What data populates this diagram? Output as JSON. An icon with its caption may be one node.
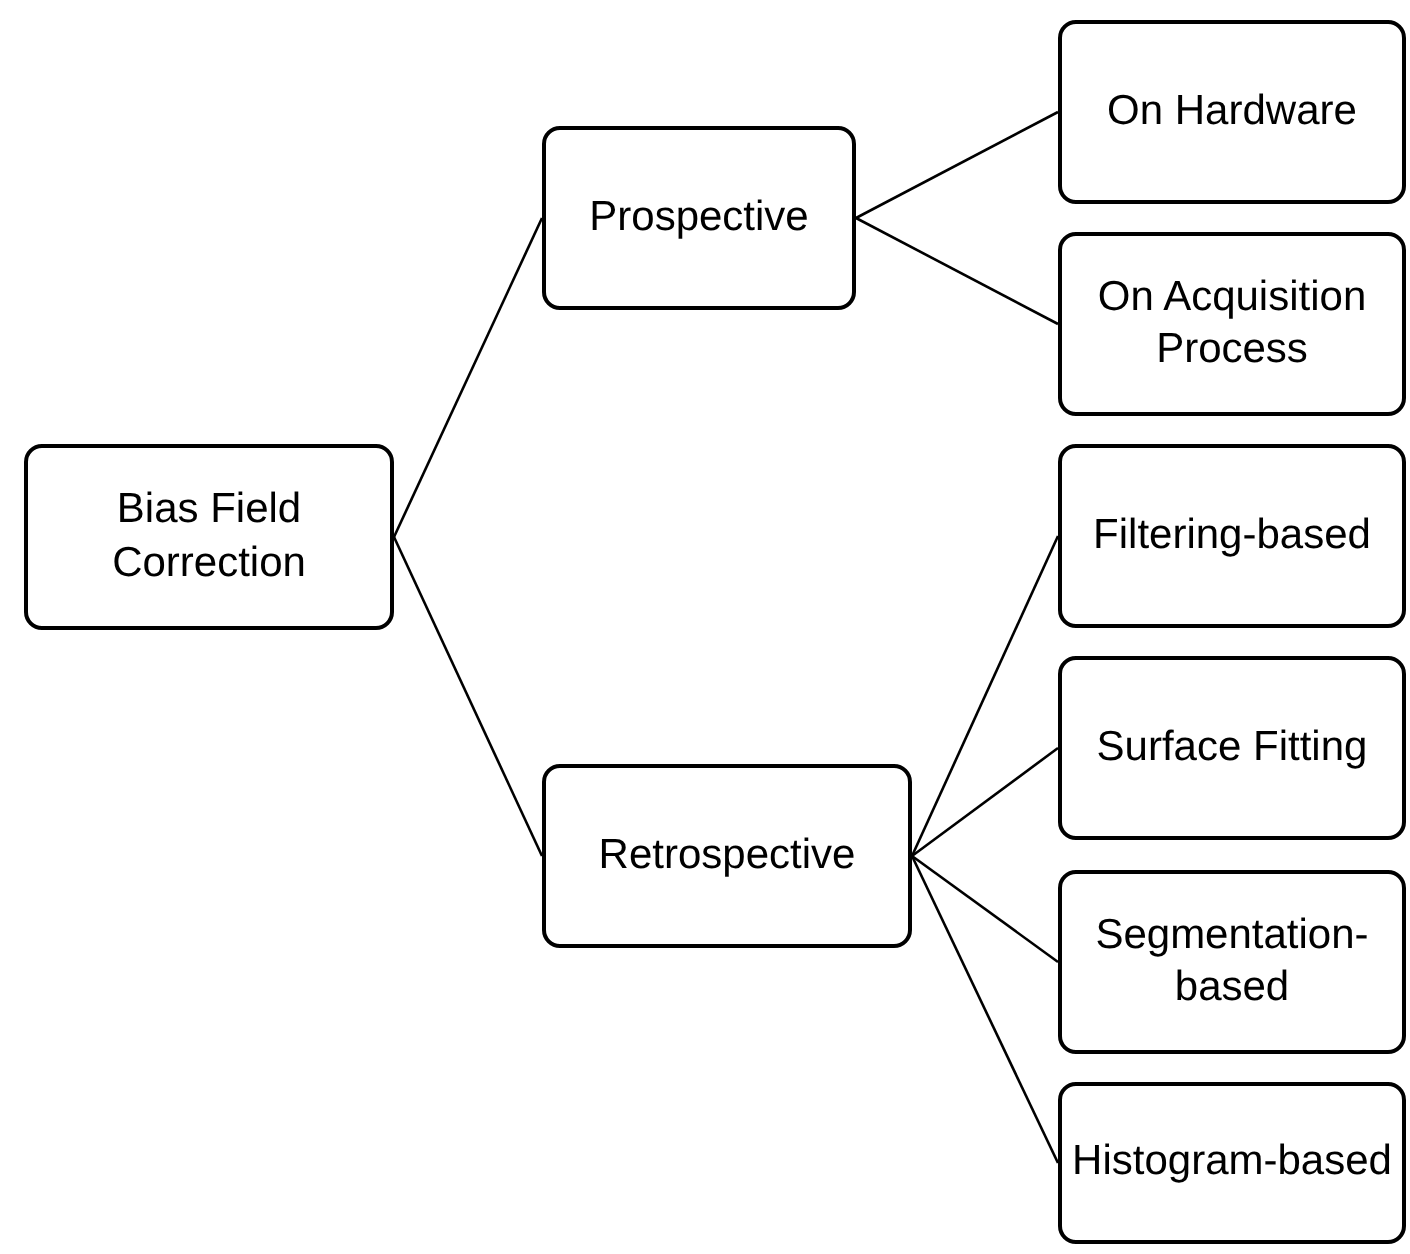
{
  "diagram": {
    "nodes": [
      {
        "text": [
          "Bias Field Correction"
        ]
      },
      {
        "text": [
          "Prospective"
        ]
      },
      {
        "text": [
          "Retrospective"
        ]
      },
      {
        "text": [
          "On Hardware"
        ]
      },
      {
        "text": [
          "On Acquisition Process"
        ]
      },
      {
        "text": [
          "Filtering-based"
        ]
      },
      {
        "text": [
          "Surface Fitting"
        ]
      },
      {
        "text": [
          "Segmentation-based"
        ]
      },
      {
        "text": [
          "Histogram-based"
        ]
      }
    ],
    "edges": [
      {
        "from": 0,
        "to": 1,
        "arrow": "none"
      },
      {
        "from": 0,
        "to": 2,
        "arrow": "none"
      },
      {
        "from": 1,
        "to": 3,
        "arrow": "none"
      },
      {
        "from": 1,
        "to": 4,
        "arrow": "none"
      },
      {
        "from": 2,
        "to": 5,
        "arrow": "none"
      },
      {
        "from": 2,
        "to": 6,
        "arrow": "none"
      },
      {
        "from": 2,
        "to": 7,
        "arrow": "none"
      },
      {
        "from": 2,
        "to": 8,
        "arrow": "none"
      }
    ]
  }
}
